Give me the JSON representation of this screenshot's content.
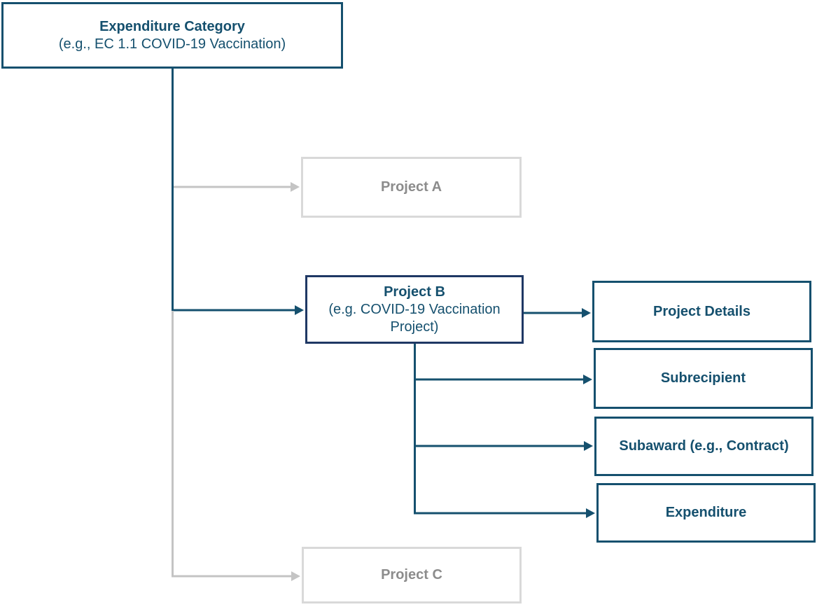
{
  "diagram": {
    "type": "hierarchy-flowchart",
    "nodes": {
      "expenditure_category": {
        "title": "Expenditure Category",
        "subtitle": "(e.g., EC 1.1 COVID-19 Vaccination)"
      },
      "project_a": {
        "label": "Project A"
      },
      "project_b": {
        "title": "Project B",
        "subtitle": "(e.g. COVID-19 Vaccination Project)"
      },
      "project_c": {
        "label": "Project C"
      },
      "project_b_children": [
        {
          "label": "Project Details"
        },
        {
          "label": "Subrecipient"
        },
        {
          "label": "Subaward (e.g., Contract)"
        },
        {
          "label": "Expenditure"
        }
      ]
    },
    "colors": {
      "primary_line": "#15506E",
      "primary_text": "#15506E",
      "active_node_border": "#1F3864",
      "inactive_node_border": "#D9D9D9",
      "inactive_text": "#8C8C8C",
      "inactive_line": "#C4C4C4",
      "background": "#FFFFFF"
    }
  }
}
